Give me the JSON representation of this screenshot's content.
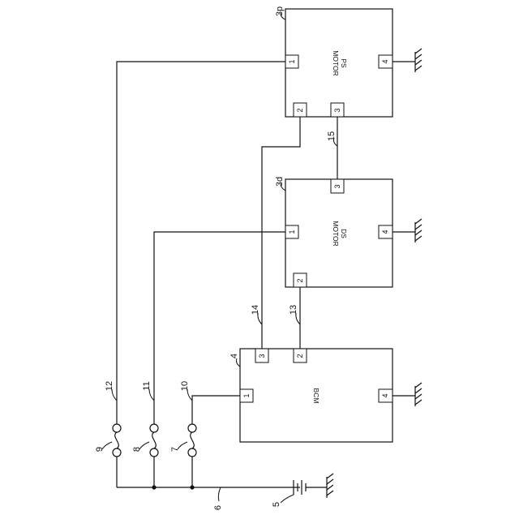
{
  "devices": {
    "ps_motor": {
      "label_line1": "PS",
      "label_line2": "MOTOR",
      "ref": "3p"
    },
    "ds_motor": {
      "label_line1": "DS",
      "label_line2": "MOTOR",
      "ref": "3d"
    },
    "bcm": {
      "label": "BCM",
      "ref": "4"
    }
  },
  "pins": {
    "ps_1": "1",
    "ps_2": "2",
    "ps_3": "3",
    "ps_4": "4",
    "ds_1": "1",
    "ds_2": "2",
    "ds_3": "3",
    "ds_4": "4",
    "bcm_1": "1",
    "bcm_2": "2",
    "bcm_3": "3",
    "bcm_4": "4"
  },
  "refs": {
    "battery": "5",
    "power_line": "6",
    "fuse_bcm": "7",
    "fuse_ds": "8",
    "fuse_ps": "9",
    "wire_bcm": "10",
    "wire_ds": "11",
    "wire_ps": "12",
    "wire_13": "13",
    "wire_14": "14",
    "wire_15": "15"
  }
}
